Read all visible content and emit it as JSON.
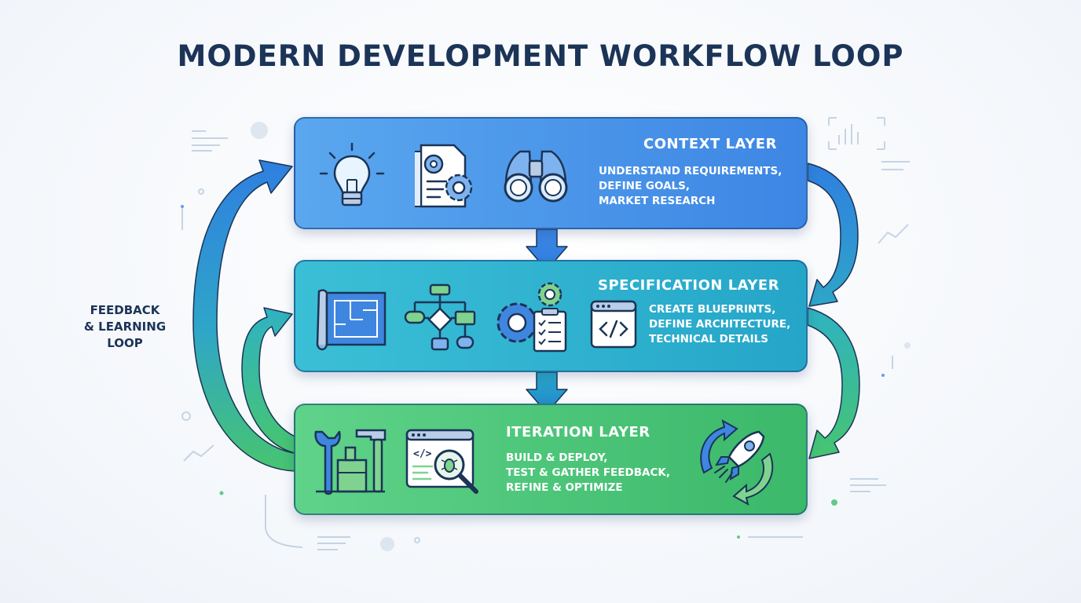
{
  "title": "MODERN DEVELOPMENT WORKFLOW LOOP",
  "feedback_loop": {
    "lines": [
      "FEEDBACK",
      "& LEARNING",
      "LOOP"
    ]
  },
  "layers": {
    "context": {
      "title": "CONTEXT LAYER",
      "items": [
        "UNDERSTAND REQUIREMENTS,",
        "DEFINE GOALS,",
        "MARKET RESEARCH"
      ],
      "icons": [
        "lightbulb-icon",
        "document-gear-icon",
        "binoculars-icon"
      ],
      "color": "#3d86e4"
    },
    "specification": {
      "title": "SPECIFICATION LAYER",
      "items": [
        "CREATE BLUEPRINTS,",
        "DEFINE ARCHITECTURE,",
        "TECHNICAL DETAILS"
      ],
      "icons": [
        "blueprint-icon",
        "flowchart-icon",
        "gear-checklist-icon",
        "code-window-icon"
      ],
      "color": "#25a6c9"
    },
    "iteration": {
      "title": "ITERATION LAYER",
      "items": [
        "BUILD & DEPLOY,",
        "TEST & GATHER FEEDBACK,",
        "REFINE & OPTIMIZE"
      ],
      "icons": [
        "tools-icon",
        "code-bug-search-icon",
        "rocket-cycle-icon"
      ],
      "color": "#3bb86a"
    }
  },
  "colors": {
    "title_text": "#1b3457",
    "arrow_blue": "#2f7fe0",
    "arrow_green": "#3bbf6a"
  }
}
